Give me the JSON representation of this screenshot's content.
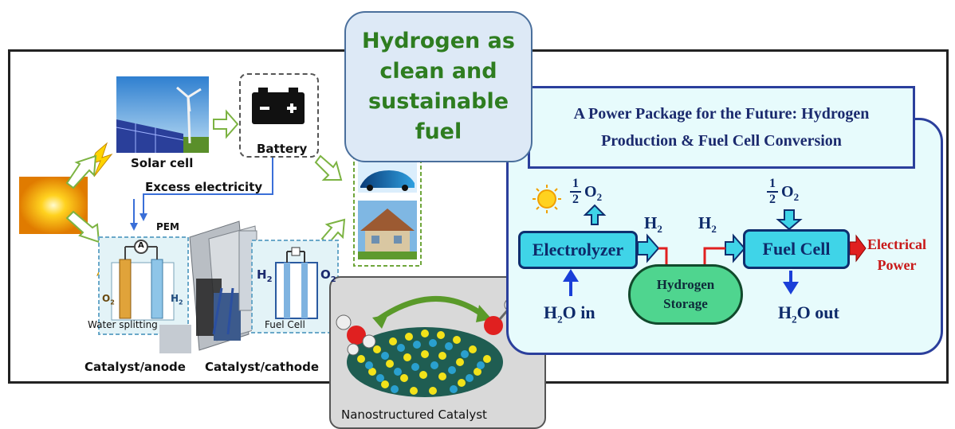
{
  "title": "Hydrogen as clean and sustainable fuel",
  "left": {
    "solar_cell": "Solar cell",
    "battery": "Battery",
    "excess_electricity": "Excess electricity",
    "pem": "PEM",
    "water_splitting": "Water splitting",
    "fuel_cell": "Fuel Cell",
    "catalyst_anode": "Catalyst/anode",
    "catalyst_cathode": "Catalyst/cathode",
    "ammeter": "A",
    "h2": "H",
    "o2": "O",
    "sub2": "2"
  },
  "nano": {
    "label": "Nanostructured Catalyst"
  },
  "right": {
    "title_line1": "A Power Package for the Future: Hydrogen",
    "title_line2": "Production & Fuel Cell Conversion",
    "electrolyzer": "Electrolyzer",
    "fuel_cell": "Fuel Cell",
    "storage_line1": "Hydrogen",
    "storage_line2": "Storage",
    "h2o_in": "H",
    "h2o_in_rest": "O in",
    "h2o_out": "H",
    "h2o_out_rest": "O out",
    "half_num": "1",
    "half_den": "2",
    "o2": "O",
    "h2": "H",
    "sub2": "2",
    "electrical_line1": "Electrical",
    "electrical_line2": "Power"
  }
}
